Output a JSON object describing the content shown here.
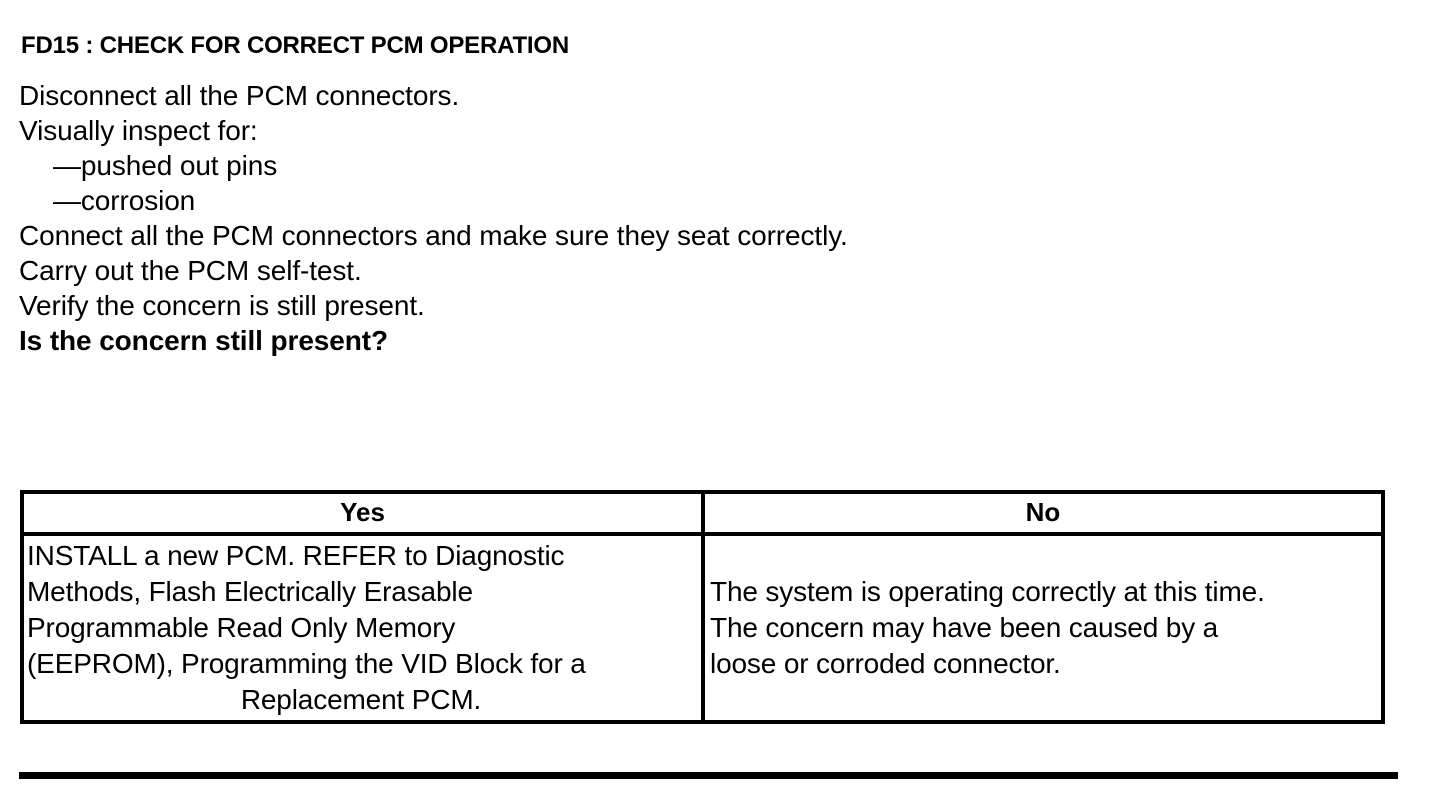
{
  "document": {
    "step_title": "FD15 : CHECK FOR CORRECT PCM OPERATION",
    "instructions": [
      {
        "text": "Disconnect all the PCM connectors.",
        "bold": false,
        "indent": false
      },
      {
        "text": "Visually inspect for:",
        "bold": false,
        "indent": false
      },
      {
        "text": "—pushed out pins",
        "bold": false,
        "indent": true
      },
      {
        "text": "—corrosion",
        "bold": false,
        "indent": true
      },
      {
        "text": "Connect all the PCM connectors and make sure they seat correctly.",
        "bold": false,
        "indent": false
      },
      {
        "text": "Carry out the PCM self-test.",
        "bold": false,
        "indent": false
      },
      {
        "text": "Verify the concern is still present.",
        "bold": false,
        "indent": false
      },
      {
        "text": "Is the concern still present?",
        "bold": true,
        "indent": false
      }
    ],
    "decision_table": {
      "headers": [
        "Yes",
        "No"
      ],
      "yes_cell": {
        "lines": [
          "INSTALL a new PCM. REFER to Diagnostic",
          "Methods,  Flash Electrically Erasable",
          " Programmable Read Only Memory",
          "(EEPROM), Programming the VID Block for a",
          "Replacement PCM."
        ],
        "centered_last_line": true
      },
      "no_cell": {
        "lines": [
          "The system is operating correctly at this time.",
          "The concern may have been caused by a",
          "loose or corroded connector."
        ]
      }
    }
  }
}
